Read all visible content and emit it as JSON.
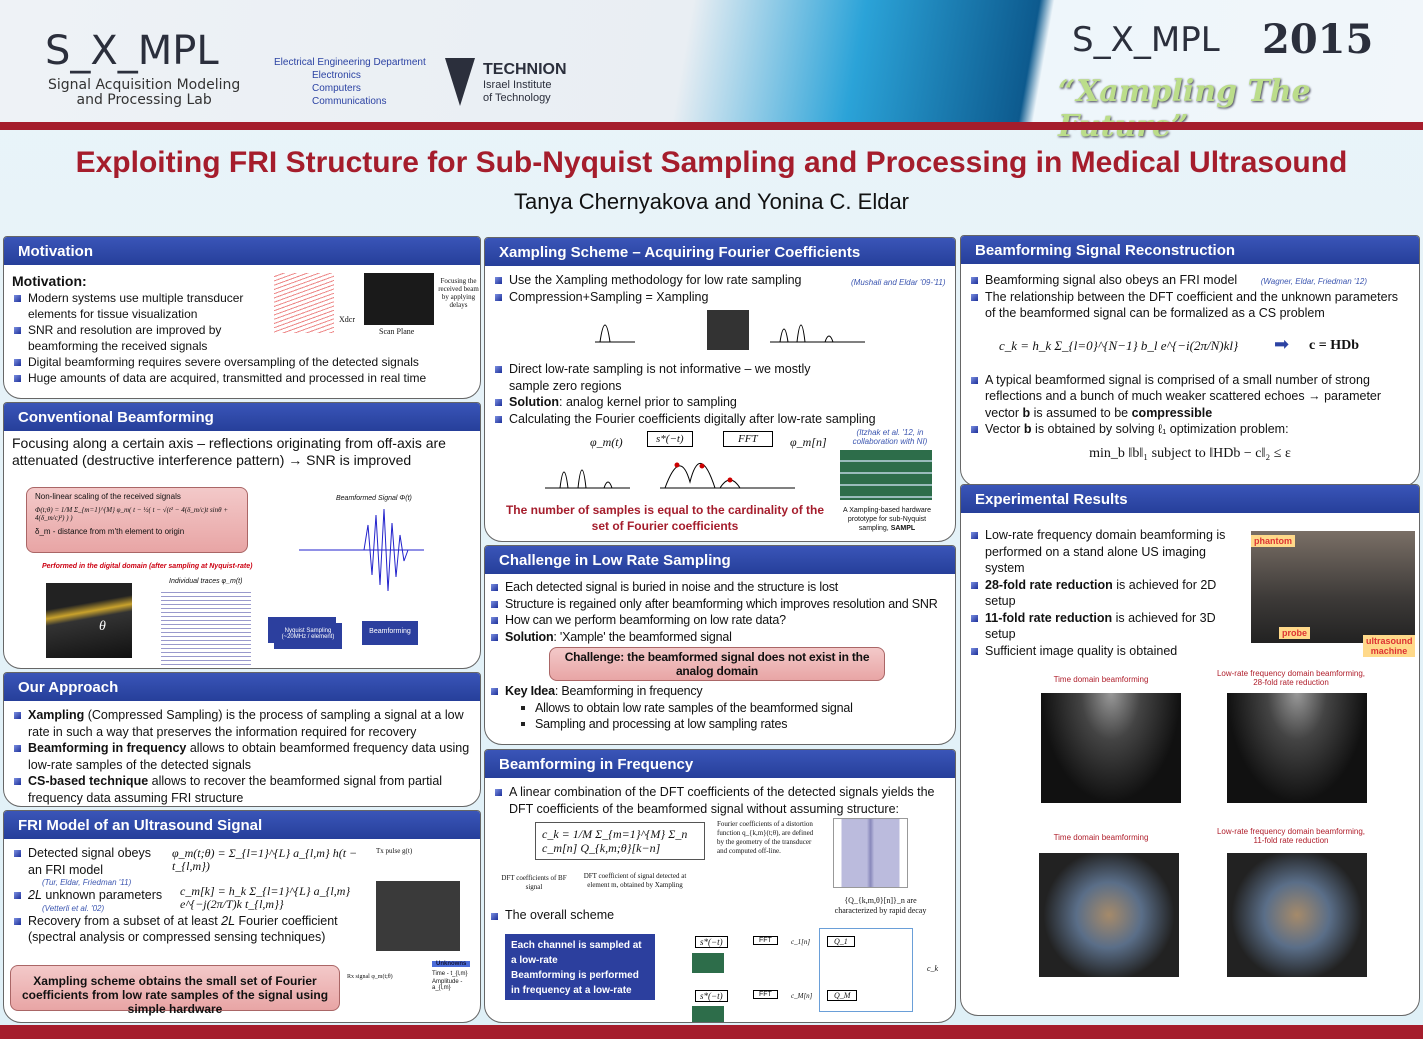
{
  "header": {
    "lab_logo": "S_X_MPL",
    "lab_name_1": "Signal Acquisition Modeling",
    "lab_name_2": "and Processing Lab",
    "dept": "Electrical Engineering Department",
    "dept_items": [
      "Electronics",
      "Computers",
      "Communications"
    ],
    "technion": "TECHNION",
    "technion_sub1": "Israel Institute",
    "technion_sub2": "of Technology",
    "event_logo": "S_X_MPL",
    "year": "2015",
    "slogan": "“Xampling The Future”"
  },
  "title": "Exploiting FRI Structure for Sub-Nyquist Sampling and Processing in Medical Ultrasound",
  "authors": "Tanya Chernyakova and Yonina C. Eldar",
  "motivation": {
    "title": "Motivation",
    "subtitle": "Motivation:",
    "bullets": [
      "Modern systems use multiple transducer elements for tissue visualization",
      "SNR and resolution are improved by beamforming the received signals",
      "Digital beamforming requires severe oversampling of the detected signals",
      "Huge amounts of data are acquired, transmitted and processed in real time"
    ],
    "fig_xdcr": "Xdcr",
    "fig_scan": "Scan Plane",
    "fig_focus": "Focusing the received beam by applying delays"
  },
  "conventional": {
    "title": "Conventional Beamforming",
    "text": "Focusing along a certain axis – reflections originating from off-axis are attenuated (destructive interference pattern)",
    "arrow_text": "→ SNR is improved",
    "box_title": "Non-linear scaling of the received signals",
    "box_formula": "Φ(t;θ) = 1/M Σ_{m=1}^{M} φ_m( t − ½( t − √(t² − 4(δ_m/c)t sinθ + 4(δ_m/c)²) ) )",
    "box_delta": "δ_m - distance from m'th element to origin",
    "digital_note": "Performed in the digital domain (after sampling at Nyquist-rate)",
    "bf_signal": "Beamformed Signal Φ(t)",
    "traces": "Individual traces φ_m(t)",
    "theta": "θ",
    "nyquist": "Nyquist Sampling (~20MHz / element)",
    "beamforming": "Beamforming"
  },
  "approach": {
    "title": "Our Approach",
    "bullets": [
      {
        "b": "Xampling",
        "t": " (Compressed Sampling) is the process of sampling a signal at a low rate in such a way that preserves the information required for recovery"
      },
      {
        "b": "Beamforming in frequency",
        "t": " allows to obtain beamformed frequency data using low-rate samples of the detected signals"
      },
      {
        "b": "CS-based technique",
        "t": " allows to recover the beamformed signal from partial frequency data assuming FRI structure"
      }
    ]
  },
  "fri": {
    "title": "FRI Model of an Ultrasound Signal",
    "b1": "Detected signal obeys an FRI model",
    "eq1": "φ_m(t;θ) = Σ_{l=1}^{L} a_{l,m} h(t − t_{l,m})",
    "ref1": "(Tur, Eldar, Friedman '11)",
    "b2_i": "2L",
    "b2": " unknown parameters",
    "eq2": "c_m[k] = h_k Σ_{l=1}^{L} a_{l,m} e^{−j(2π/T)k t_{l,m}}",
    "ref2": "(Vetterli et al. '02)",
    "b3a": "Recovery from a subset of at least ",
    "b3_i": "2L",
    "b3b": " Fourier coefficient (spectral analysis or compressed sensing techniques)",
    "box": "Xampling scheme obtains the small set of Fourier coefficients from low rate samples of the signal using simple hardware",
    "tx": "Tx pulse g(t)",
    "rx": "Rx signal φ_m(t;θ)",
    "unknowns": "Unknowns",
    "time": "Time - t_{l,m}",
    "amp": "Amplitude - a_{l,m}"
  },
  "xampling": {
    "title": "Xampling Scheme – Acquiring Fourier Coefficients",
    "b1": "Use the Xampling methodology for low rate sampling",
    "ref1": "(Mushali and Eldar '09-'11)",
    "b2": "Compression+Sampling = Xampling",
    "b3": "Direct low-rate sampling is not informative – we mostly sample zero regions",
    "b4_b": "Solution",
    "b4": ": analog kernel prior to sampling",
    "b5": "Calculating the Fourier coefficients digitally after low-rate sampling",
    "phi_t": "φ_m(t)",
    "kernel": "s*(−t)",
    "fft": "FFT",
    "phi_n": "φ_m[n]",
    "ref2": "(Itzhak et al. '12, in collaboration with NI)",
    "hw_cap_a": "A Xampling-based hardware prototype for sub-Nyquist sampling, ",
    "hw_cap_b": "SAMPL",
    "note": "The number of samples is equal to the cardinality of the set of Fourier coefficients"
  },
  "challenge": {
    "title": "Challenge in Low Rate Sampling",
    "bullets": [
      "Each detected signal is buried in noise and the structure is lost",
      "Structure is regained only after beamforming which improves resolution and SNR",
      "How can we perform beamforming on low rate data?"
    ],
    "sol_b": "Solution",
    "sol": ": 'Xample' the beamformed signal",
    "box": "Challenge: the beamformed signal does not exist in the analog domain",
    "key_b": "Key Idea",
    "key": ": Beamforming in frequency",
    "sub": [
      "Allows to obtain low rate samples of the beamformed signal",
      "Sampling and processing at low sampling rates"
    ]
  },
  "bffreq": {
    "title": "Beamforming in Frequency",
    "b1": "A linear combination of the DFT coefficients of the detected signals yields the DFT coefficients of the beamformed signal without assuming structure:",
    "eq": "c_k = 1/M Σ_{m=1}^{M} Σ_n c_m[n] Q_{k,m;θ}[k−n]",
    "note_q": "Fourier coefficients of a distortion function q_{k,m}(t;θ), are defined by the geometry of the transducer and computed off-line.",
    "note_ck": "DFT coefficients of BF signal",
    "note_cm": "DFT coefficient of signal detected at element m, obtained by Xampling",
    "decay": "{Q_{k,m,θ}[n]}_n are characterized by rapid decay",
    "b2": "The overall scheme",
    "box": [
      "Each channel is sampled at a low-rate",
      "Beamforming is performed in frequency at a low-rate"
    ],
    "fft": "FFT",
    "kernel": "s*(−t)",
    "c1": "c_1[n]",
    "cM": "c_M[n]",
    "q1": "Q_1",
    "qM": "Q_M",
    "ck": "c_k"
  },
  "bsr": {
    "title": "Beamforming Signal Reconstruction",
    "b1": "Beamforming signal also obeys an FRI model",
    "ref": "(Wagner, Eldar, Friedman '12)",
    "b2": "The relationship between the DFT coefficient and the unknown parameters of the beamformed signal can be formalized as a CS problem",
    "eq": "c_k = h_k Σ_{l=0}^{N−1} b_l e^{−i(2π/N)kl}",
    "eq2": "c = HDb",
    "b3a": "A typical beamformed signal is comprised of a small number of strong reflections and a bunch of much weaker scattered echoes → parameter vector ",
    "b3_b1": "b",
    "b3c": " is assumed to be ",
    "b3_b2": "compressible",
    "b4a": "Vector ",
    "b4_b": "b",
    "b4c": " is obtained by solving ℓ₁ optimization problem:",
    "opt": "min_b ‖b‖₁  subject to ‖HDb − c‖₂ ≤ ε"
  },
  "exp": {
    "title": "Experimental Results",
    "b1": "Low-rate frequency domain beamforming is performed on a stand alone US imaging system",
    "b2_b": "28-fold rate reduction",
    "b2": " is achieved for 2D setup",
    "b3_b": "11-fold rate reduction",
    "b3": " is achieved for 3D setup",
    "b4": "Sufficient image quality is obtained",
    "phantom": "phantom",
    "probe": "probe",
    "machine": "ultrasound machine",
    "cap1": "Time domain beamforming",
    "cap2": "Low-rate frequency domain beamforming, 28-fold rate reduction",
    "cap3": "Time domain beamforming",
    "cap4": "Low-rate frequency domain beamforming, 11-fold rate reduction"
  },
  "colors": {
    "title_red": "#a51d2c",
    "header_blue": "#2c43a3"
  }
}
